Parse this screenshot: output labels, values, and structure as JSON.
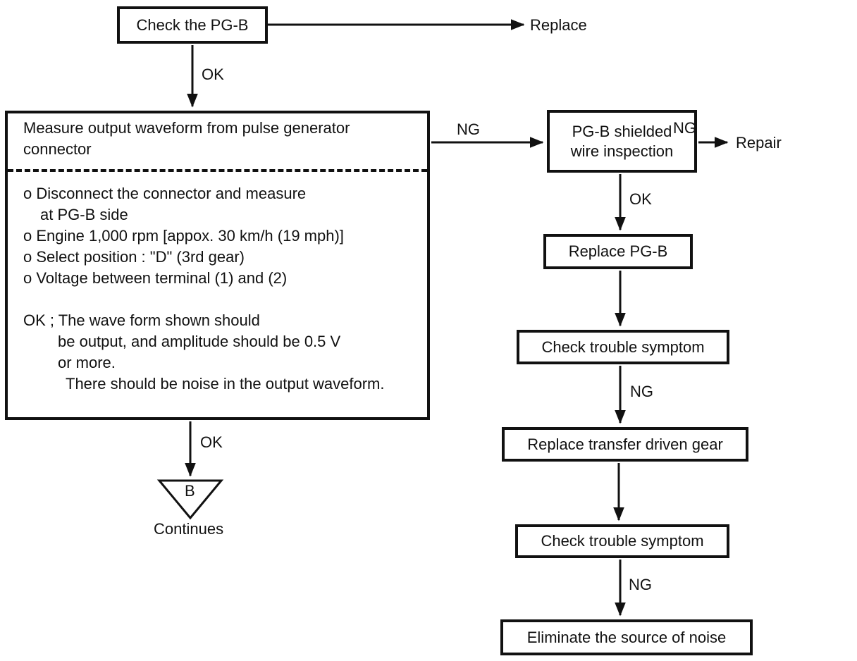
{
  "page": {
    "background": "#ffffff",
    "ink": "#111111"
  },
  "flowchart": {
    "check_pgb": {
      "label": "Check the PG-B"
    },
    "replace_terminal": {
      "label": "Replace"
    },
    "measure_box": {
      "title_lines": [
        "Measure output waveform from pulse generator",
        "connector"
      ],
      "steps": [
        "o Disconnect the connector and measure",
        "at PG-B side",
        "o Engine 1,000 rpm [appox. 30 km/h (19 mph)]",
        "o Select position : \"D\" (3rd gear)",
        "o Voltage between terminal (1) and (2)"
      ],
      "ok_criteria": [
        "OK ; The wave form shown should",
        "be output, and amplitude should be 0.5 V",
        "or more.",
        "There should be noise in the output waveform."
      ]
    },
    "pgb_wire_box": {
      "lines": [
        "PG-B shielded",
        "wire inspection"
      ]
    },
    "repair_terminal": {
      "label": "Repair"
    },
    "replace_pgb_box": {
      "label": "Replace PG-B"
    },
    "check_symptom_box_1": {
      "label": "Check trouble symptom"
    },
    "replace_gear_box": {
      "label": "Replace transfer driven gear"
    },
    "check_symptom_box_2": {
      "label": "Check trouble symptom"
    },
    "eliminate_noise_box": {
      "label": "Eliminate the source of noise"
    },
    "continue_connector": {
      "label": "B",
      "caption": "Continues"
    },
    "edge_labels": {
      "ok_check_to_measure": "OK",
      "ng_measure_to_wire": "NG",
      "ng_wire_to_repair": "NG",
      "ok_wire_to_replace": "OK",
      "ng_symptom1_to_gear": "NG",
      "ng_symptom2_to_noise": "NG",
      "ok_measure_to_continue": "OK"
    }
  }
}
